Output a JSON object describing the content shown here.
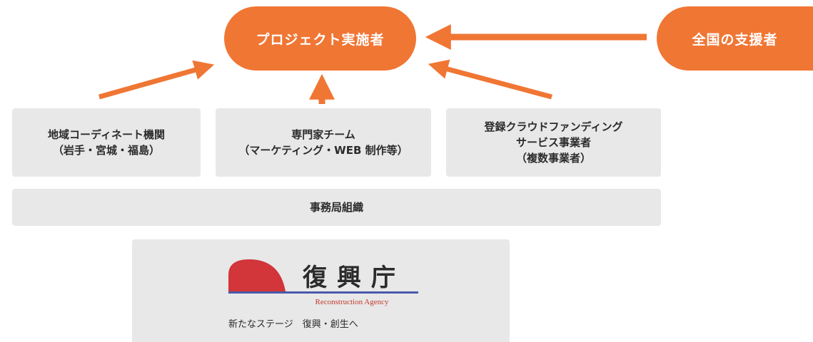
{
  "top": {
    "implementer": "プロジェクト実施者",
    "supporters": "全国の支援者"
  },
  "partners": {
    "regional": {
      "line1": "地域コーディネート機関",
      "line2": "（岩手・宮城・福島）"
    },
    "experts": {
      "line1": "専門家チーム",
      "line2": "（マーケティング・WEB 制作等）"
    },
    "platform": {
      "line1": "登録クラウドファンディング",
      "line2": "サービス事業者",
      "line3": "（複数事業者）"
    }
  },
  "secretariat": "事務局組織",
  "logo": {
    "name_ja": "復興庁",
    "name_en": "Reconstruction Agency",
    "tagline": "新たなステージ　復興・創生へ"
  },
  "colors": {
    "accent": "#f07634",
    "box": "#e8e8e8",
    "logo_sun": "#d2353a",
    "logo_rule": "#4a5aa8"
  }
}
